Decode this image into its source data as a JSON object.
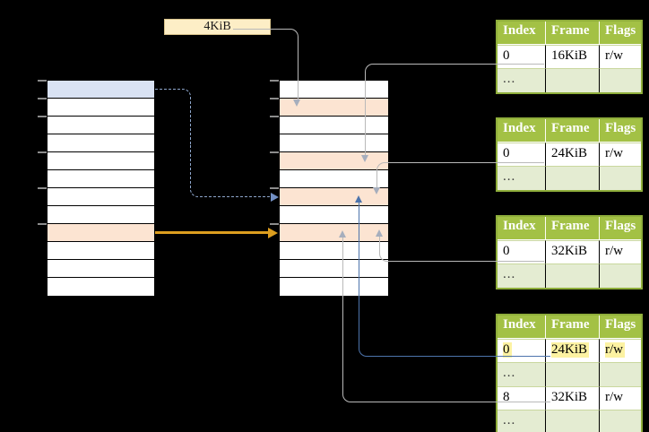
{
  "free_label": "4KiB",
  "page_table_left": {
    "rows": 12,
    "highlighted_rows": [
      {
        "row": 1,
        "fill": "blue"
      },
      {
        "row": 9,
        "fill": "peach"
      }
    ],
    "tick_rows": [
      1,
      2,
      3,
      5,
      7,
      9
    ]
  },
  "page_table_middle": {
    "rows": 12,
    "highlighted_rows": [
      {
        "row": 2,
        "fill": "peach"
      },
      {
        "row": 5,
        "fill": "peach"
      },
      {
        "row": 7,
        "fill": "peach"
      },
      {
        "row": 9,
        "fill": "peach"
      }
    ],
    "tick_rows": [
      1,
      2,
      3,
      5,
      7,
      9
    ]
  },
  "frame_tables": [
    {
      "headers": [
        "Index",
        "Frame",
        "Flags"
      ],
      "rows": [
        {
          "index": "0",
          "frame": "16KiB",
          "flags": "r/w"
        },
        {
          "index": "...",
          "frame": "",
          "flags": ""
        }
      ]
    },
    {
      "headers": [
        "Index",
        "Frame",
        "Flags"
      ],
      "rows": [
        {
          "index": "0",
          "frame": "24KiB",
          "flags": "r/w"
        },
        {
          "index": "...",
          "frame": "",
          "flags": ""
        }
      ]
    },
    {
      "headers": [
        "Index",
        "Frame",
        "Flags"
      ],
      "rows": [
        {
          "index": "0",
          "frame": "32KiB",
          "flags": "r/w"
        },
        {
          "index": "...",
          "frame": "",
          "flags": ""
        }
      ]
    },
    {
      "headers": [
        "Index",
        "Frame",
        "Flags"
      ],
      "rows": [
        {
          "index": "0",
          "frame": "24KiB",
          "flags": "r/w",
          "highlighted": true
        },
        {
          "index": "...",
          "frame": "",
          "flags": ""
        },
        {
          "index": "8",
          "frame": "32KiB",
          "flags": "r/w"
        },
        {
          "index": "...",
          "frame": "",
          "flags": ""
        }
      ]
    }
  ],
  "colors": {
    "background": "#000000",
    "row_blue": "#d9e2f3",
    "row_peach": "#fce4d2",
    "label_cream": "#fdeec6",
    "table_header_green": "#a3c145",
    "table_alt_row_green": "#e4ecd2",
    "table_border_green": "#8fae3b",
    "highlight_yellow": "#fcf2a2",
    "arrow_orange": "#dd9e1f",
    "arrow_blue": "#4d74ac",
    "arrow_dashed_blue": "#8ea7cd",
    "line_gray": "#b5b5b5"
  }
}
